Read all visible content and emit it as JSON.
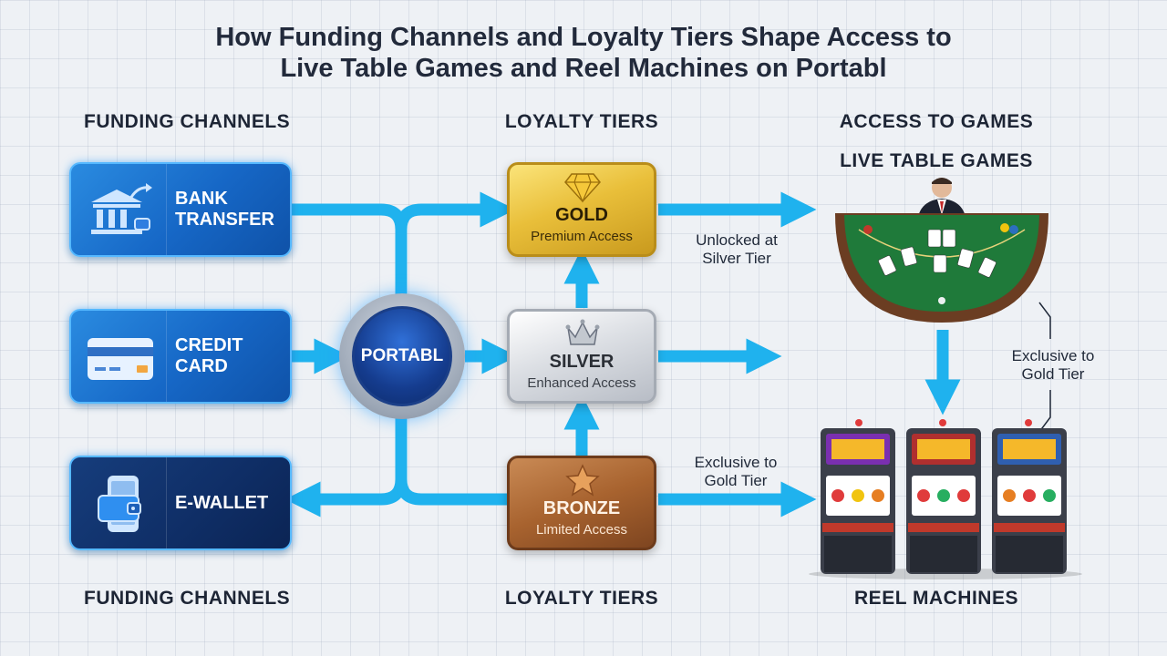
{
  "title": {
    "line1": "How Funding Channels and Loyalty Tiers Shape Access to",
    "line2": "Live Table Games and Reel Machines on Portabl"
  },
  "columns": {
    "funding_top": "FUNDING CHANNELS",
    "tiers_top": "LOYALTY TIERS",
    "access_top": "ACCESS TO GAMES",
    "funding_bottom": "FUNDING CHANNELS",
    "tiers_bottom": "LOYALTY TIERS",
    "reel_bottom": "REEL MACHINES"
  },
  "funding": [
    {
      "line1": "BANK",
      "line2": "TRANSFER",
      "icon": "bank-icon"
    },
    {
      "line1": "CREDIT",
      "line2": "CARD",
      "icon": "credit-card-icon"
    },
    {
      "line1": "E-WALLET",
      "line2": "",
      "icon": "wallet-icon"
    }
  ],
  "hub": {
    "label": "PORTABL"
  },
  "tiers": [
    {
      "name": "GOLD",
      "sub": "Premium Access",
      "icon": "diamond-icon",
      "color": "#e9bf3a"
    },
    {
      "name": "SILVER",
      "sub": "Enhanced Access",
      "icon": "crown-icon",
      "color": "#c9cdd3"
    },
    {
      "name": "BRONZE",
      "sub": "Limited Access",
      "icon": "star-icon",
      "color": "#a8632f"
    }
  ],
  "games": {
    "live_table": "LIVE TABLE GAMES"
  },
  "notes": {
    "unlocked_line1": "Unlocked at",
    "unlocked_line2": "Silver Tier",
    "exclusive_a_line1": "Exclusive to",
    "exclusive_a_line2": "Gold Tier",
    "exclusive_b_line1": "Exclusive to",
    "exclusive_b_line2": "Gold Tier"
  },
  "colors": {
    "arrow": "#1fb2ee",
    "funding_card": "#1667c6",
    "hub": "#153c8e"
  }
}
